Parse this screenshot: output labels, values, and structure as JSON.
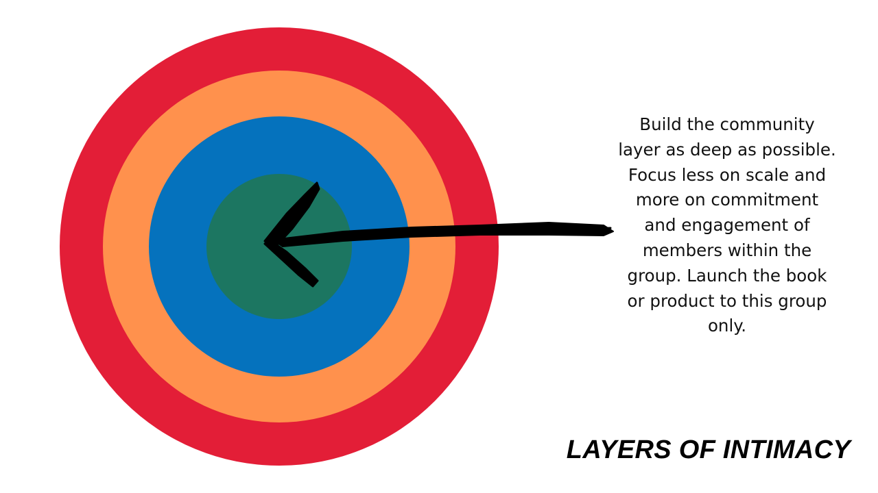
{
  "diagram": {
    "rings": [
      {
        "name": "outer-ring",
        "color": "#e31e37"
      },
      {
        "name": "second-ring",
        "color": "#ff914d"
      },
      {
        "name": "third-ring",
        "color": "#0572bd"
      },
      {
        "name": "core-ring",
        "color": "#1c7661"
      }
    ],
    "arrow_color": "#000000",
    "callout_text": "Build the community layer as deep as possible. Focus less on scale and more on commitment and engagement of members within the group. Launch the book or product to this group only.",
    "title": "LAYERS OF INTIMACY"
  }
}
